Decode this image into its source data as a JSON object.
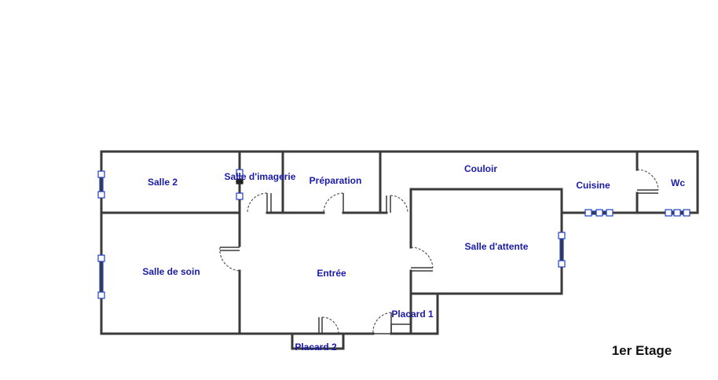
{
  "rooms": {
    "salle_2": "Salle 2",
    "salle_imagerie": "Salle d'imagerie",
    "preparation": "Préparation",
    "couloir": "Couloir",
    "cuisine": "Cuisine",
    "wc": "Wc",
    "salle_de_soin": "Salle de soin",
    "entree": "Entrée",
    "salle_attente": "Salle d'attente",
    "placard_1": "Placard 1",
    "placard_2": "Placard 2"
  },
  "floor_label": "1er Etage"
}
